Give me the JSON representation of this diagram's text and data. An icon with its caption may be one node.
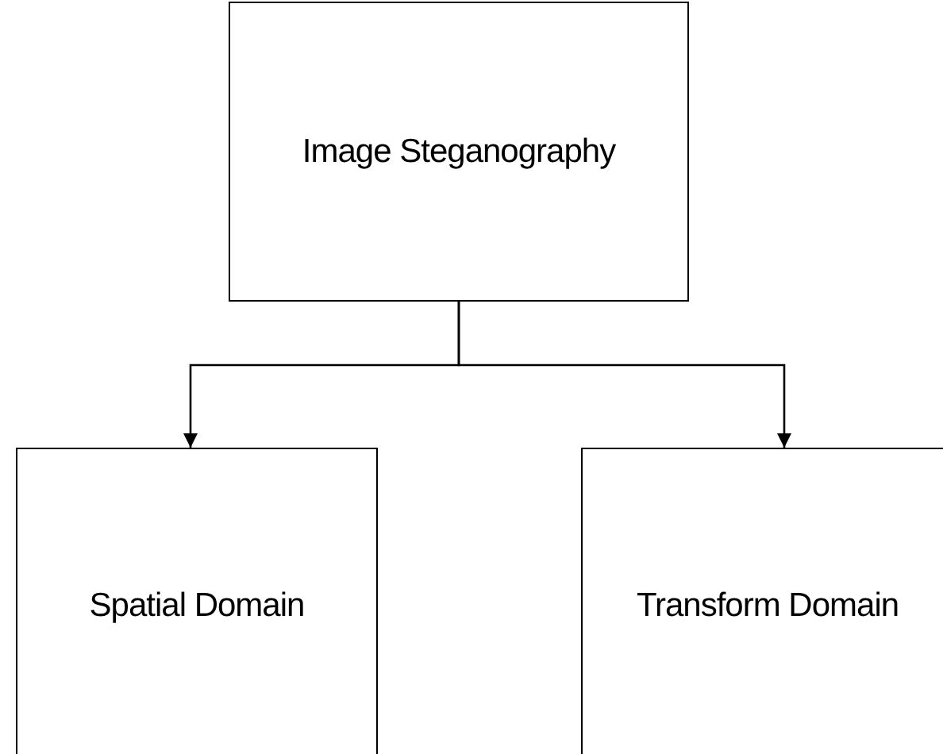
{
  "diagram": {
    "nodes": [
      {
        "text": [
          "Image Steganography"
        ]
      },
      {
        "text": [
          "Spatial Domain"
        ]
      },
      {
        "text": [
          "Transform Domain"
        ]
      }
    ],
    "edges": [
      {
        "from": 0,
        "to": 1,
        "arrow": "to"
      },
      {
        "from": 0,
        "to": 2,
        "arrow": "to"
      }
    ]
  }
}
